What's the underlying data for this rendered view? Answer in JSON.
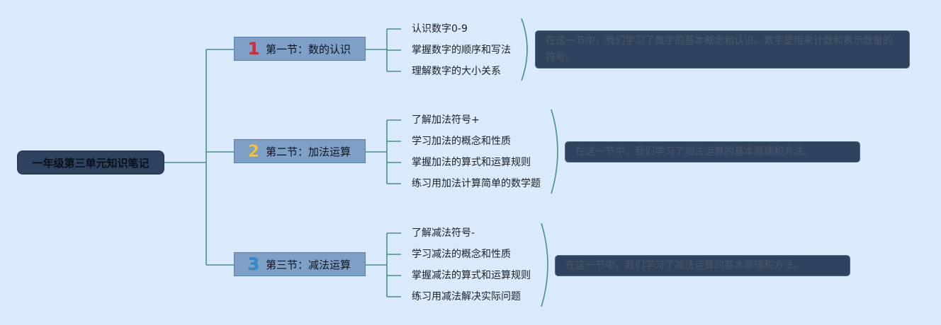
{
  "colors": {
    "background": "#dbeafb",
    "root": "#2e4260",
    "section": "#7e9fc6",
    "summary": "#2f435f",
    "line": "#4a8f8a"
  },
  "root": {
    "title": "一年级第三单元知识笔记"
  },
  "sections": [
    {
      "number": "1",
      "number_color": "#d52b3a",
      "title": "第一节：数的认识",
      "items": [
        "认识数字0-9",
        "掌握数字的顺序和写法",
        "理解数字的大小关系"
      ],
      "summary": "在这一节中，我们学习了数字的基本概念和认识。数字是用来计数和表示数量的符号。"
    },
    {
      "number": "2",
      "number_color": "#f2c53d",
      "title": "第二节：加法运算",
      "items": [
        "了解加法符号+",
        "学习加法的概念和性质",
        "掌握加法的算式和运算规则",
        "练习用加法计算简单的数学题"
      ],
      "summary": "在这一节中，我们学习了加法运算的基本原理和方法。"
    },
    {
      "number": "3",
      "number_color": "#2c8fd6",
      "title": "第三节：减法运算",
      "items": [
        "了解减法符号-",
        "学习减法的概念和性质",
        "掌握减法的算式和运算规则",
        "练习用减法解决实际问题"
      ],
      "summary": "在这一节中，我们学习了减法运算的基本原理和方法。"
    }
  ]
}
